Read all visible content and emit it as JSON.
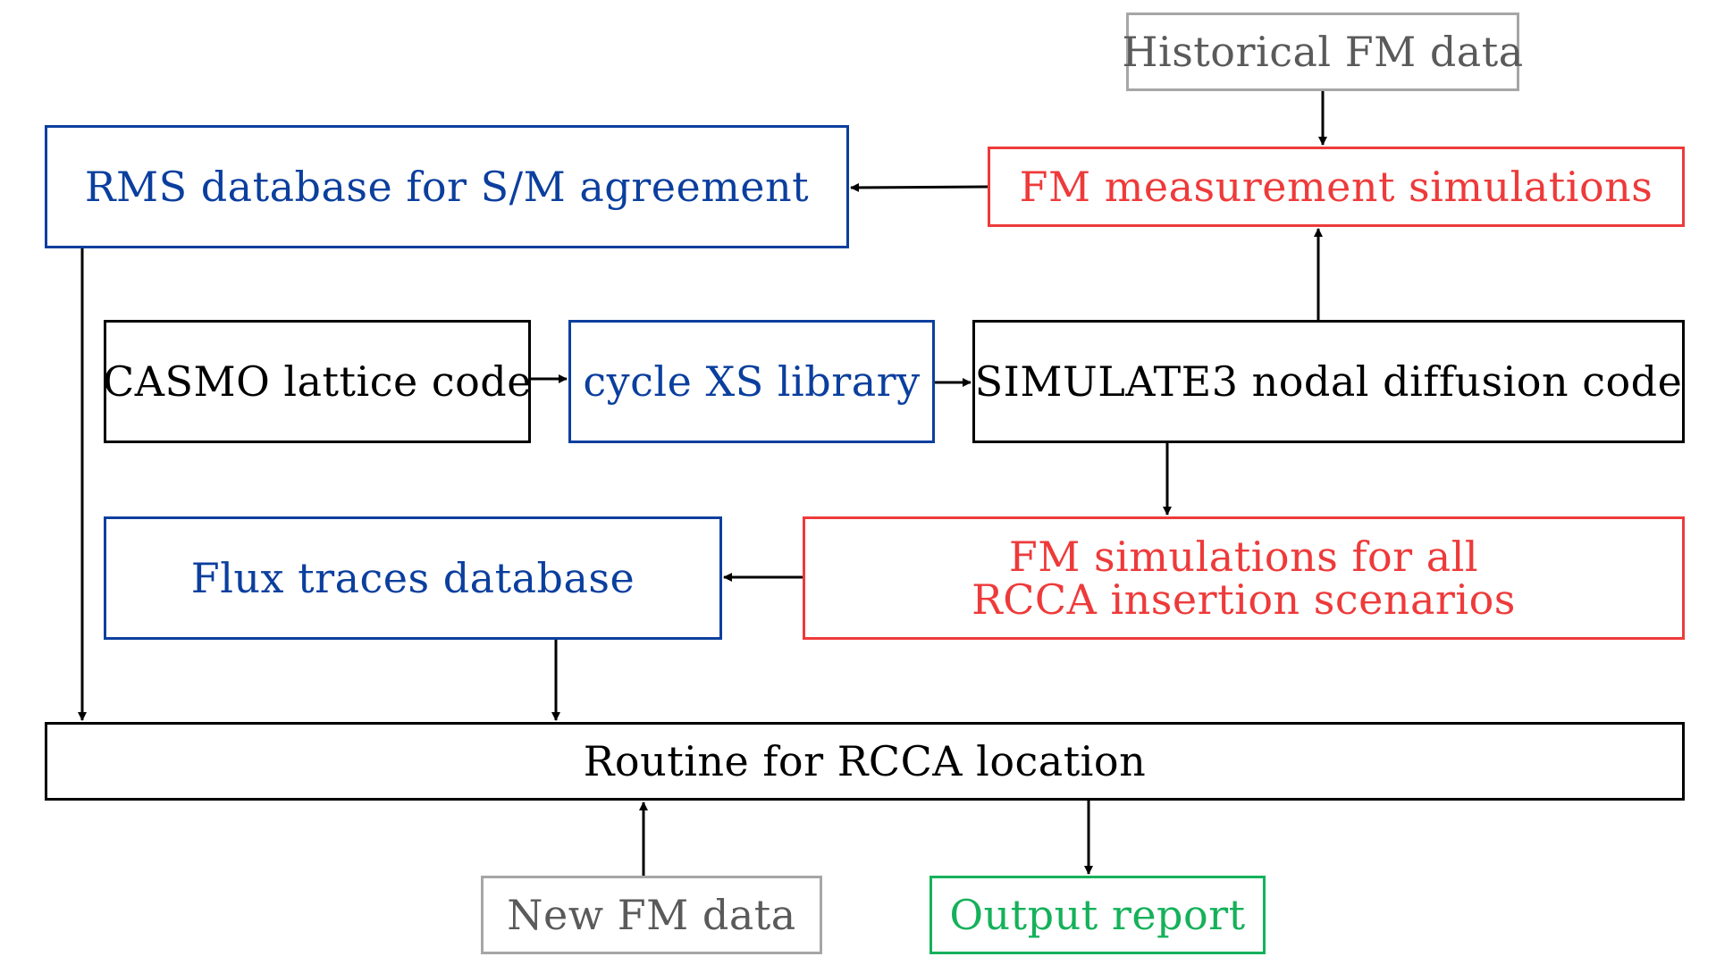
{
  "diagram": {
    "colors": {
      "black": "#000000",
      "blue": "#0b3f9e",
      "red": "#ee3a3a",
      "gray": "#a6a6a6",
      "green": "#15b15a"
    },
    "nodes": {
      "historical_fm_data": "Historical FM data",
      "fm_measurement_simulations": "FM measurement simulations",
      "rms_database": "RMS database for S/M agreement",
      "casmo": "CASMO lattice code",
      "cycle_xs_library": "cycle XS library",
      "simulate3": "SIMULATE3 nodal diffusion code",
      "flux_traces_database": "Flux traces database",
      "fm_simulations_all_line1": "FM simulations for all",
      "fm_simulations_all_line2": "RCCA insertion scenarios",
      "routine_rcca_location": "Routine for RCCA location",
      "new_fm_data": "New FM data",
      "output_report": "Output report"
    },
    "edges": [
      {
        "from": "historical_fm_data",
        "to": "fm_measurement_simulations"
      },
      {
        "from": "fm_measurement_simulations",
        "to": "rms_database"
      },
      {
        "from": "simulate3",
        "to": "fm_measurement_simulations"
      },
      {
        "from": "casmo",
        "to": "cycle_xs_library"
      },
      {
        "from": "cycle_xs_library",
        "to": "simulate3"
      },
      {
        "from": "simulate3",
        "to": "fm_simulations_all"
      },
      {
        "from": "fm_simulations_all",
        "to": "flux_traces_database"
      },
      {
        "from": "rms_database",
        "to": "routine_rcca_location"
      },
      {
        "from": "flux_traces_database",
        "to": "routine_rcca_location"
      },
      {
        "from": "new_fm_data",
        "to": "routine_rcca_location"
      },
      {
        "from": "routine_rcca_location",
        "to": "output_report"
      }
    ]
  }
}
